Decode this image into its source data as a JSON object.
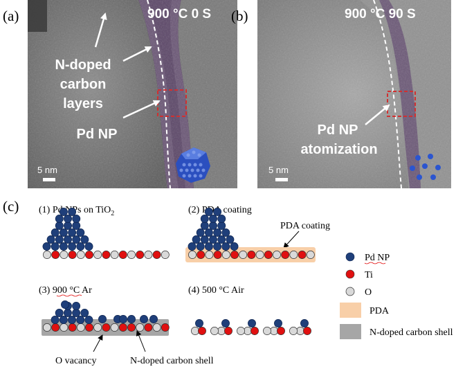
{
  "panel_a": {
    "label": "(a)",
    "condition": "900 °C 0 S",
    "annotation_line1": "N-doped",
    "annotation_line2": "carbon",
    "annotation_line3": "layers",
    "pd_label": "Pd NP",
    "scale": "5 nm"
  },
  "panel_b": {
    "label": "(b)",
    "condition": "900 °C 90 S",
    "annotation_line1": "Pd NP",
    "annotation_line2": "atomization",
    "scale": "5 nm"
  },
  "panel_c": {
    "label": "(c)",
    "step1_prefix": "(1) Pd NPs on TiO",
    "step1_sub": "2",
    "step2": "(2) PDA coating",
    "step2_callout": "PDA coating",
    "step3": "(3) 900 °C Ar",
    "step4": "(4) 500 °C Air",
    "o_vacancy": "O vacancy",
    "shell_callout": "N-doped carbon shell"
  },
  "legend": {
    "pd": "Pd NP",
    "ti": "Ti",
    "o": "O",
    "pda": "PDA",
    "shell": "N-doped carbon shell"
  },
  "colors": {
    "pd": "#1f3f7a",
    "ti": "#e01010",
    "o": "#d9d9d9",
    "pda": "#f8cfa8",
    "shell": "#a6a6a6"
  }
}
